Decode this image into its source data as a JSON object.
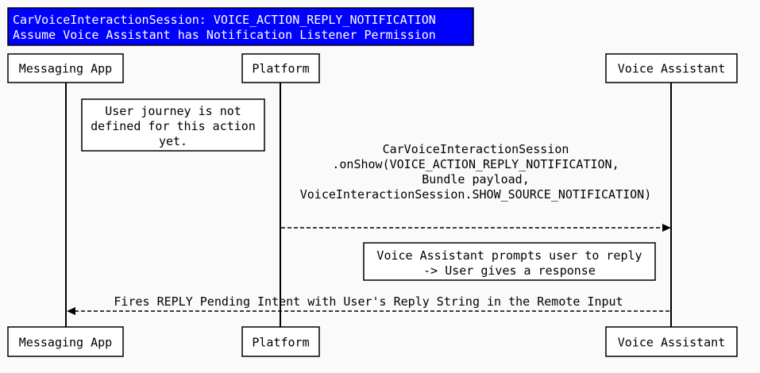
{
  "title": {
    "lines": [
      "CarVoiceInteractionSession: VOICE_ACTION_REPLY_NOTIFICATION",
      "Assume Voice Assistant has Notification Listener Permission"
    ]
  },
  "participants": [
    {
      "id": "messaging-app",
      "label": "Messaging App"
    },
    {
      "id": "platform",
      "label": "Platform"
    },
    {
      "id": "voice-assistant",
      "label": "Voice Assistant"
    }
  ],
  "notes": [
    {
      "id": "user-journey",
      "lines": [
        "User journey is not",
        "defined for this action",
        "yet."
      ]
    },
    {
      "id": "voice-prompt",
      "lines": [
        "Voice Assistant prompts user to reply",
        "-> User gives a response"
      ]
    }
  ],
  "messages": [
    {
      "id": "onshow",
      "from": "platform",
      "to": "voice-assistant",
      "style": "dashed",
      "lines": [
        "CarVoiceInteractionSession",
        ".onShow(VOICE_ACTION_REPLY_NOTIFICATION,",
        "Bundle payload,",
        "VoiceInteractionSession.SHOW_SOURCE_NOTIFICATION)"
      ]
    },
    {
      "id": "fires-reply",
      "from": "voice-assistant",
      "to": "messaging-app",
      "style": "dashed",
      "lines": [
        "Fires REPLY Pending Intent with User's Reply String in the Remote Input"
      ]
    }
  ],
  "colors": {
    "title_background": "#0000ff",
    "title_text": "#ffffff",
    "line": "#000000",
    "box_fill": "#ffffff",
    "background": "#fafafa"
  }
}
